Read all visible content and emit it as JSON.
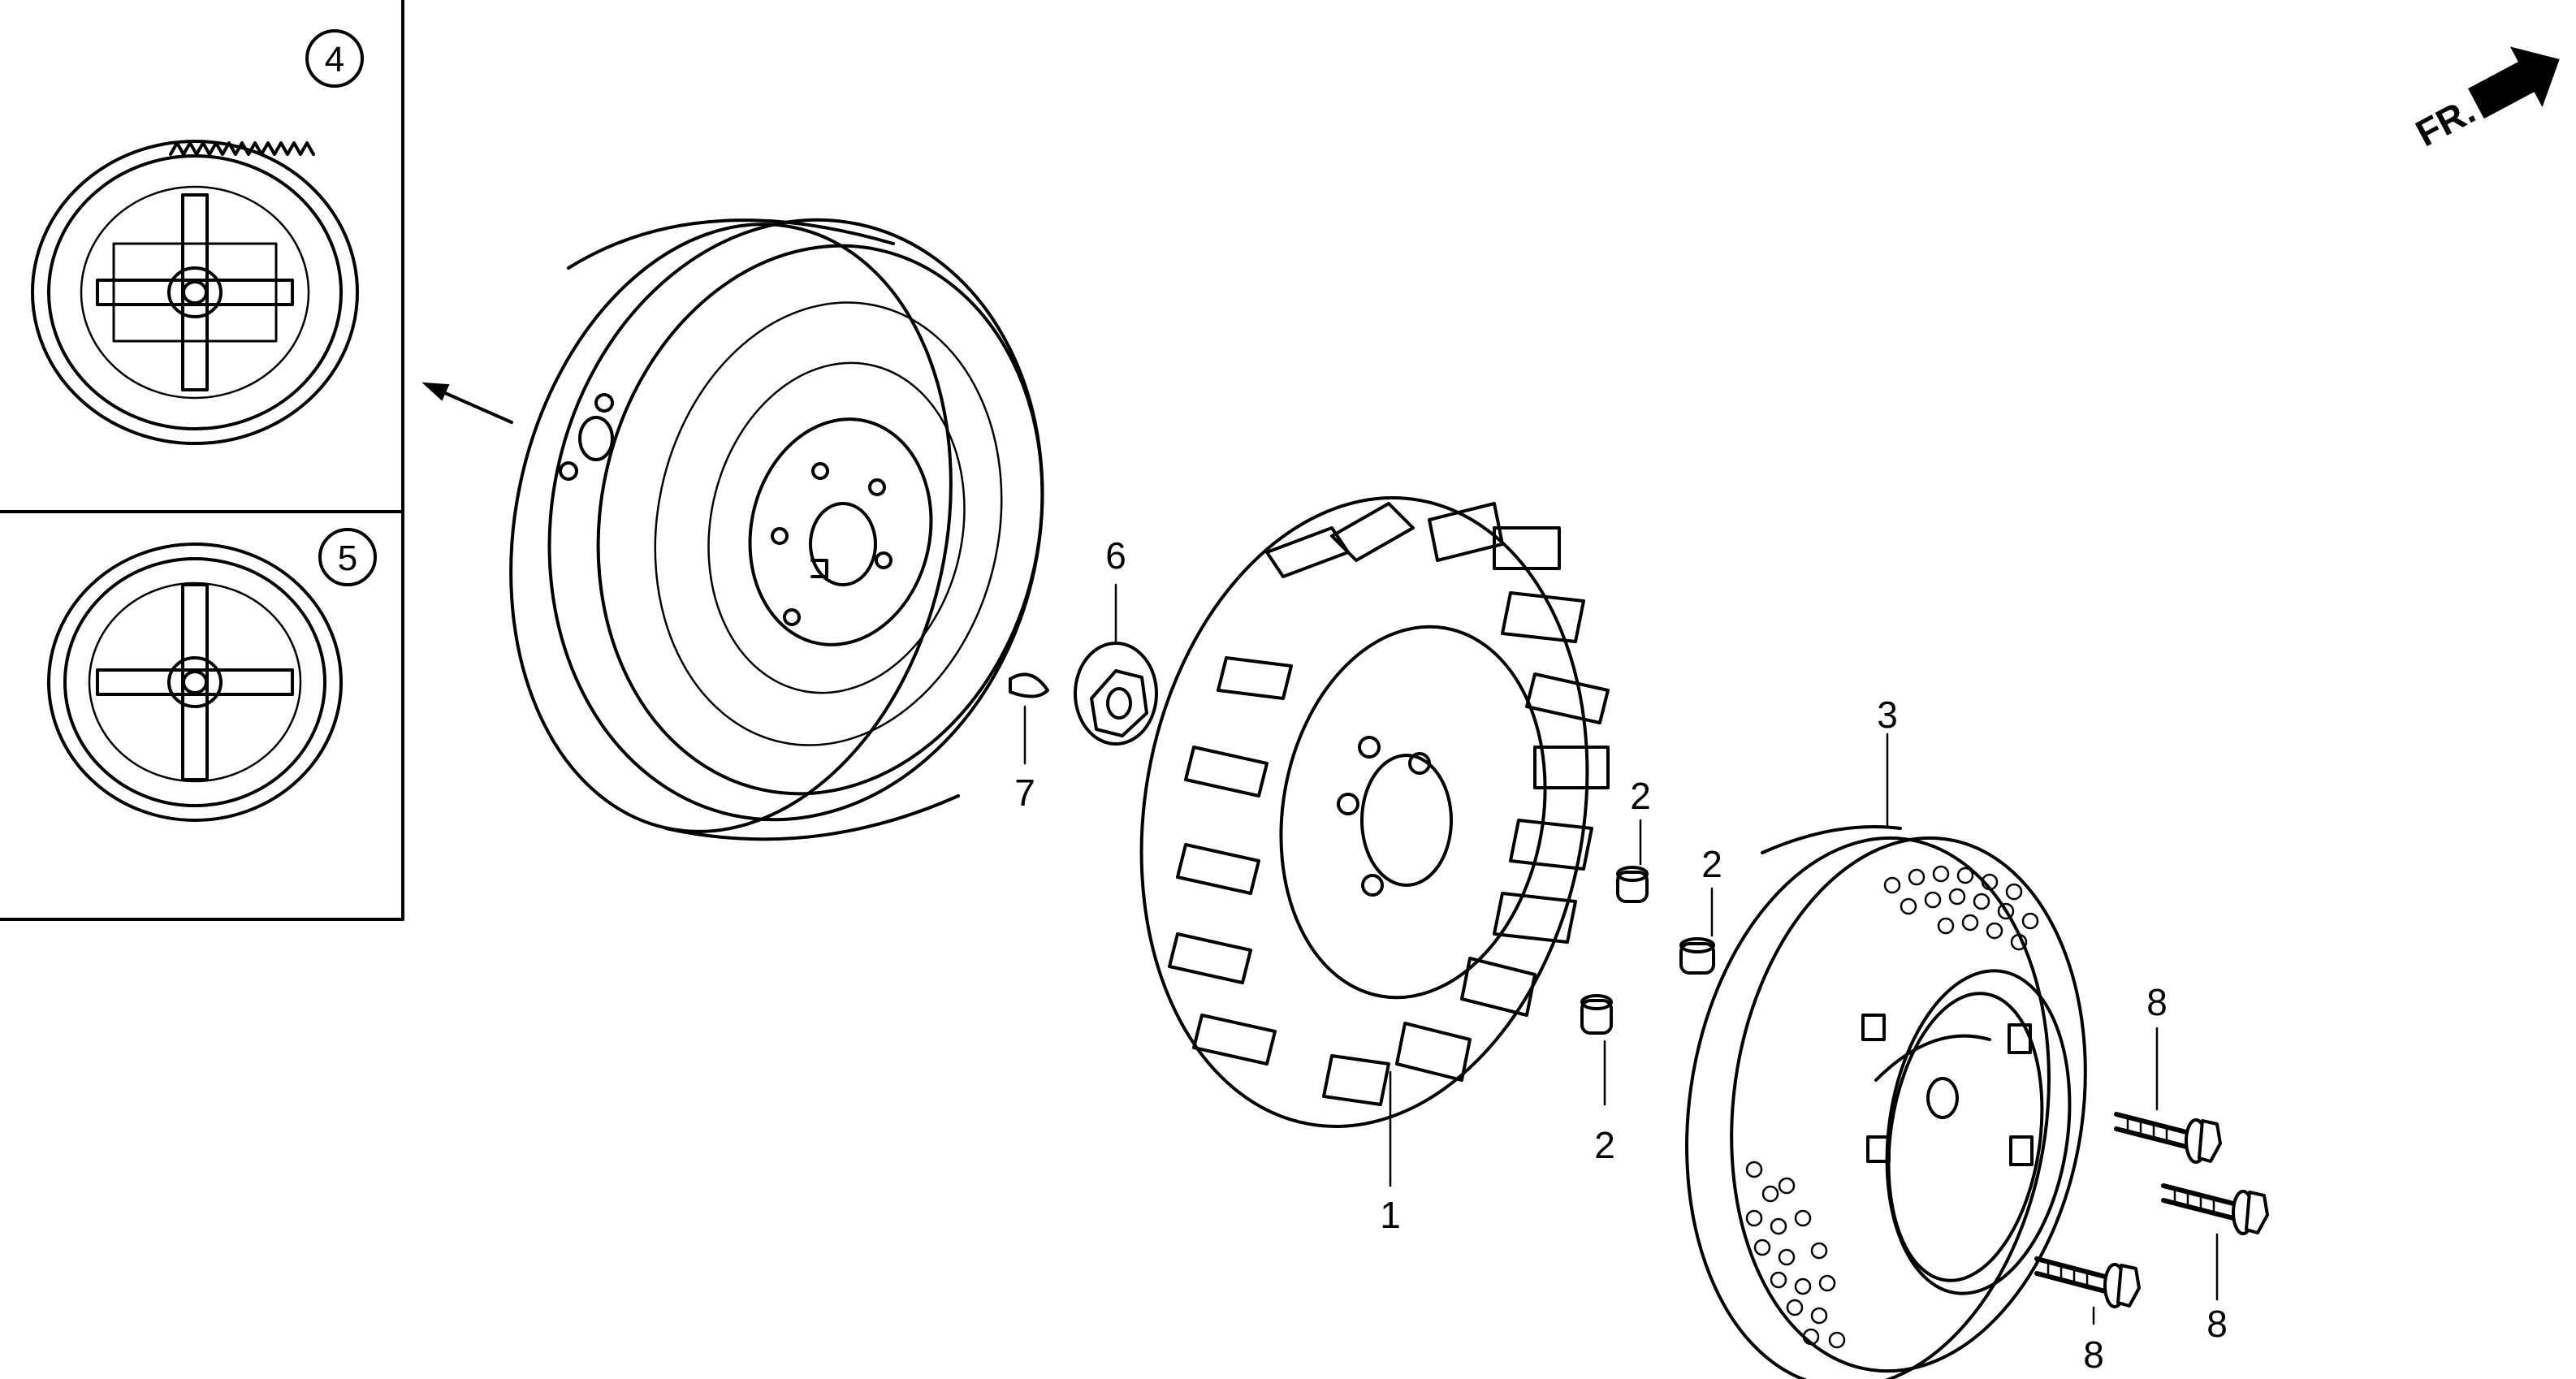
{
  "diagram": {
    "part_labels": {
      "p1": "1",
      "p2a": "2",
      "p2b": "2",
      "p2c": "2",
      "p3": "3",
      "p4": "4",
      "p5": "5",
      "p6": "6",
      "p7": "7",
      "p8a": "8",
      "p8b": "8",
      "p8c": "8"
    },
    "direction_label": "FR."
  }
}
